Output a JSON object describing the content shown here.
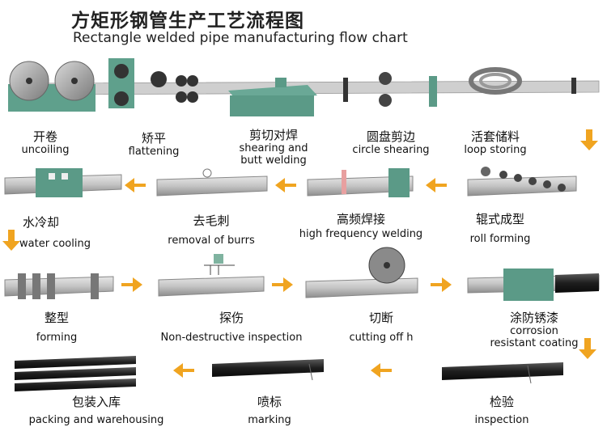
{
  "title_zh": "方矩形钢管生产工艺流程图",
  "title_en": "Rectangle welded pipe manufacturing flow chart",
  "steps": [
    {
      "zh": "开卷",
      "en": "uncoiling"
    },
    {
      "zh": "矫平",
      "en": "flattening"
    },
    {
      "zh": "剪切对焊",
      "en": "shearing and",
      "en2": "butt welding"
    },
    {
      "zh": "圆盘剪边",
      "en": "circle shearing"
    },
    {
      "zh": "活套储料",
      "en": "loop storing"
    },
    {
      "zh": "辊式成型",
      "en": "roll forming"
    },
    {
      "zh": "高频焊接",
      "en": "high frequency welding"
    },
    {
      "zh": "去毛刺",
      "en": "removal of burrs"
    },
    {
      "zh": "水冷却",
      "en": "water cooling"
    },
    {
      "zh": "整型",
      "en": "forming"
    },
    {
      "zh": "探伤",
      "en": "Non-destructive inspection"
    },
    {
      "zh": "切断",
      "en": "cutting off h"
    },
    {
      "zh": "涂防锈漆",
      "en": "corrosion",
      "en2": "resistant coating"
    },
    {
      "zh": "检验",
      "en": "inspection"
    },
    {
      "zh": "喷标",
      "en": "marking"
    },
    {
      "zh": "包装入库",
      "en": "packing and warehousing"
    }
  ],
  "colors": {
    "arrow": "#f0a420",
    "machine": "#5b9a87",
    "pipe": "#c8c8c8",
    "dark": "#2a2a2a"
  }
}
